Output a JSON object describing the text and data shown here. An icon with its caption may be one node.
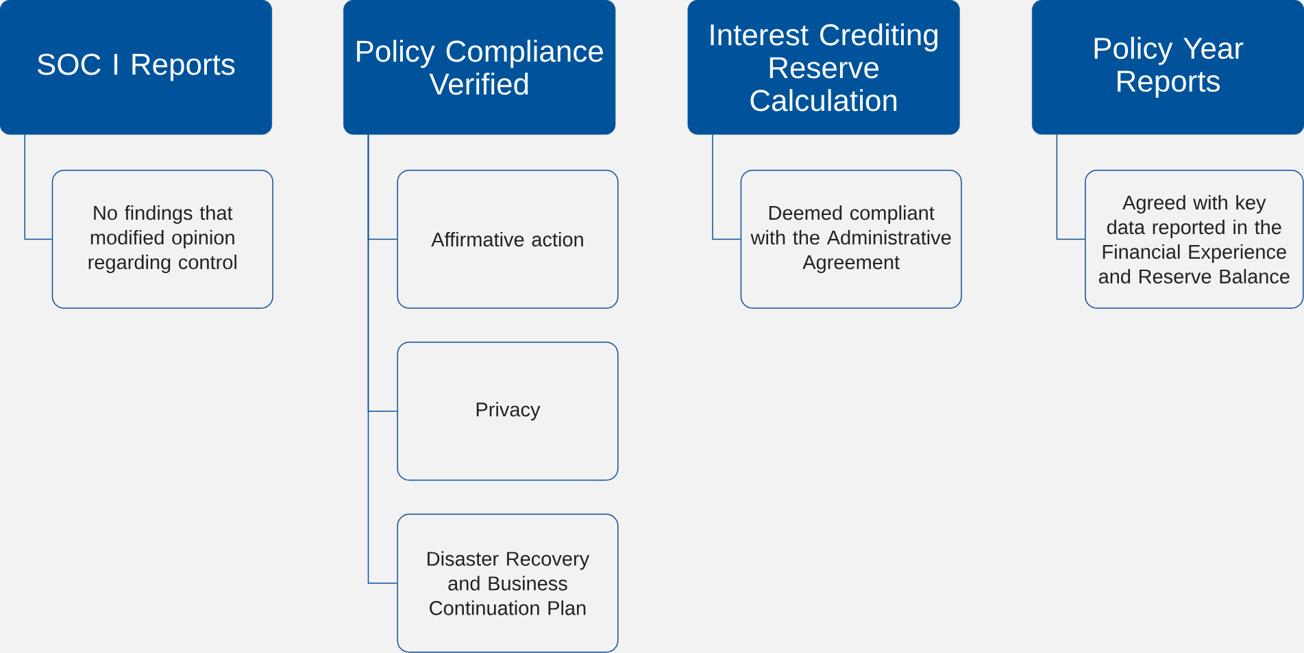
{
  "diagram": {
    "nodes": [
      {
        "text": [
          "SOC I Reports"
        ]
      },
      {
        "text": [
          "No findings that modified opinion regarding control"
        ]
      },
      {
        "text": [
          "Policy Compliance Verified"
        ]
      },
      {
        "text": [
          "Affirmative action"
        ]
      },
      {
        "text": [
          "Privacy"
        ]
      },
      {
        "text": [
          "Disaster Recovery and Business Continuation Plan"
        ]
      },
      {
        "text": [
          "Interest Crediting Reserve Calculation"
        ]
      },
      {
        "text": [
          "Deemed compliant with the Administrative Agreement"
        ]
      },
      {
        "text": [
          "Policy Year Reports"
        ]
      },
      {
        "text": [
          "Agreed with key data reported in the Financial Experience and Reserve Balance"
        ]
      }
    ],
    "edges": [
      {
        "from": 0,
        "to": 1,
        "arrow": "none"
      },
      {
        "from": 2,
        "to": 3,
        "arrow": "none"
      },
      {
        "from": 2,
        "to": 4,
        "arrow": "none"
      },
      {
        "from": 2,
        "to": 5,
        "arrow": "none"
      },
      {
        "from": 6,
        "to": 7,
        "arrow": "none"
      },
      {
        "from": 8,
        "to": 9,
        "arrow": "none"
      }
    ]
  }
}
